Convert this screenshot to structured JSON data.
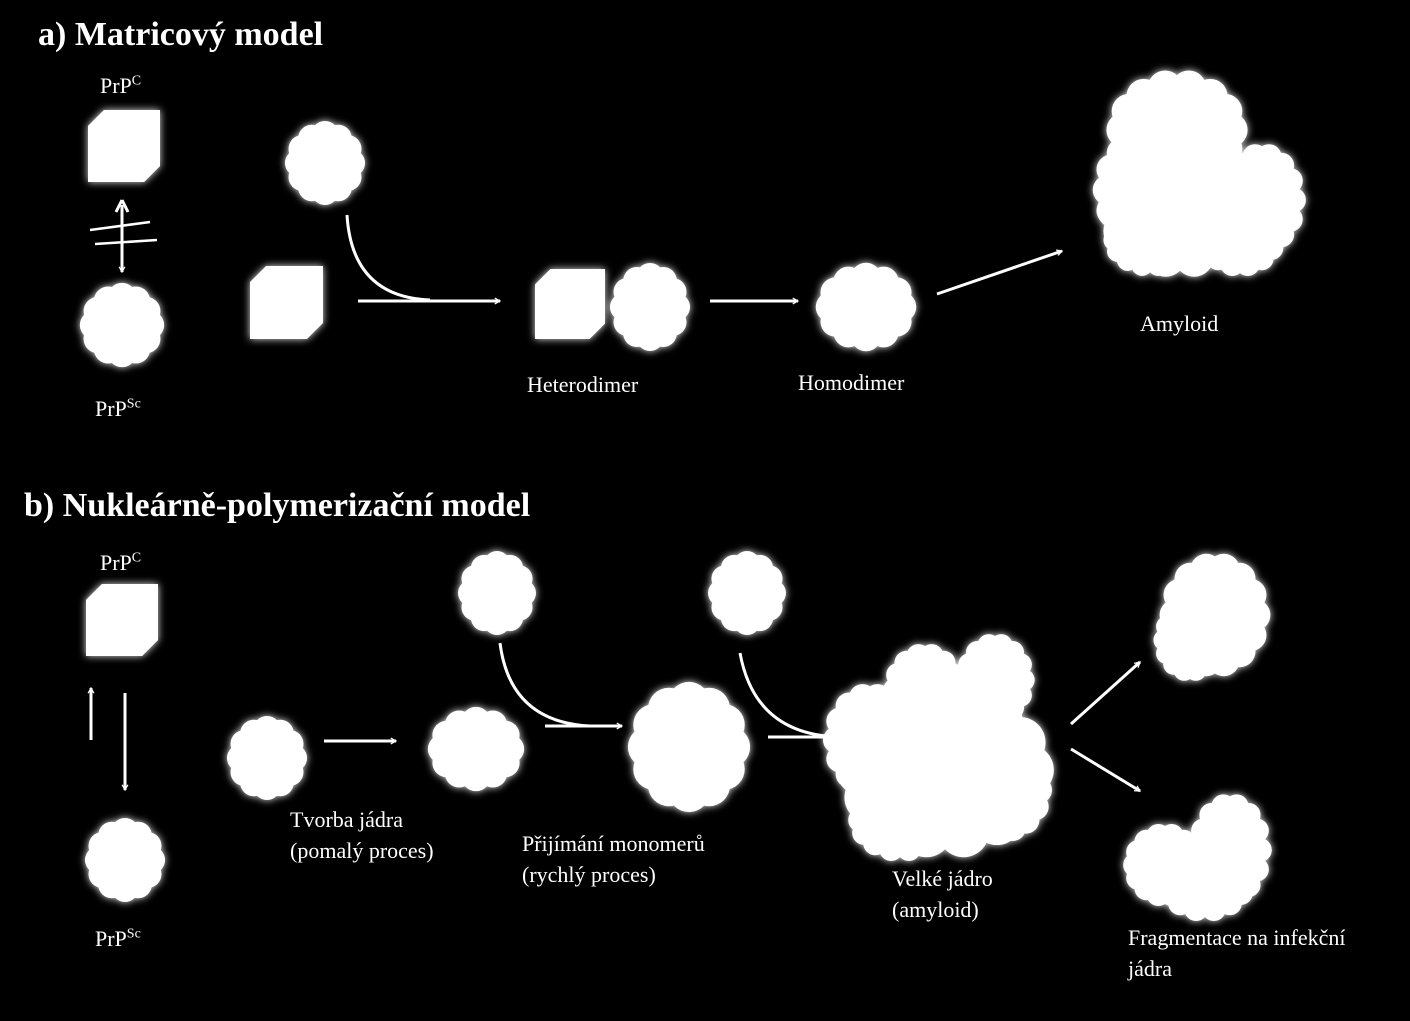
{
  "panel_a": {
    "title": "a) Matricový model",
    "prpc": {
      "base": "PrP",
      "sup": "C"
    },
    "prpsc": {
      "base": "PrP",
      "sup": "Sc"
    },
    "heterodimer": "Heterodimer",
    "homodimer": "Homodimer",
    "amyloid": "Amyloid"
  },
  "panel_b": {
    "title": "b) Nukleárně-polymerizační model",
    "prpc": {
      "base": "PrP",
      "sup": "C"
    },
    "prpsc": {
      "base": "PrP",
      "sup": "Sc"
    },
    "tvorba": [
      "Tvorba jádra",
      "(pomalý proces)"
    ],
    "prijimani": [
      "Přijímání monomerů",
      "(rychlý proces)"
    ],
    "velke": [
      "Velké jádro",
      "(amyloid)"
    ],
    "fragmentace": [
      "Fragmentace na infekční",
      "jádra"
    ]
  },
  "colors": {
    "background": "#000000",
    "foreground": "#ffffff"
  }
}
